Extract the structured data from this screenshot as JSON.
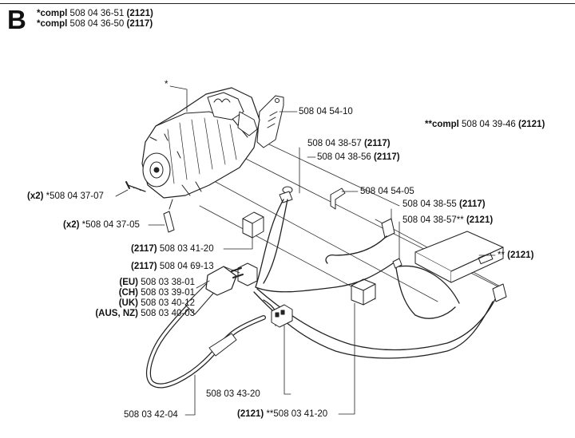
{
  "section_letter": "B",
  "header_lines": [
    {
      "prefix": "*compl",
      "part": "508 04 36-51",
      "model": "(2121)"
    },
    {
      "prefix": "*compl",
      "part": "508 04 36-50",
      "model": "(2117)"
    }
  ],
  "kit_label": {
    "prefix": "**compl",
    "part": "508 04 39-46",
    "model": "(2121)"
  },
  "asterisk_label": "*",
  "labels": {
    "l_545410": {
      "pre": "",
      "part": "508 04 54-10",
      "post": ""
    },
    "l_543857_2117": {
      "pre": "",
      "part": "508 04 38-57",
      "post": "(2117)"
    },
    "l_543856_2117": {
      "pre": "",
      "part": "508 04 38-56",
      "post": "(2117)"
    },
    "l_545405": {
      "pre": "",
      "part": "508 04 54-05",
      "post": ""
    },
    "l_543855_2117": {
      "pre": "",
      "part": "508 04 38-55",
      "post": "(2117)"
    },
    "l_543857_2121": {
      "pre": "",
      "part": "508 04 38-57**",
      "post": "(2121)"
    },
    "l_kit_2121": {
      "pre": "**",
      "part": "",
      "post": "(2121)"
    },
    "l_543707": {
      "pre": "(x2)",
      "part": "*508 04 37-07",
      "post": ""
    },
    "l_543705": {
      "pre": "(x2)",
      "part": "*508 04 37-05",
      "post": ""
    },
    "l_534120_2117": {
      "pre": "(2117)",
      "part": "508 03 41-20",
      "post": ""
    },
    "l_546913_2117": {
      "pre": "(2117)",
      "part": "508 04 69-13",
      "post": ""
    },
    "l_533801_eu": {
      "pre": "(EU)",
      "part": "508 03 38-01",
      "post": ""
    },
    "l_533901_ch": {
      "pre": "(CH)",
      "part": "508 03 39-01",
      "post": ""
    },
    "l_534012_uk": {
      "pre": "(UK)",
      "part": "508 03 40-12",
      "post": ""
    },
    "l_534003_aus": {
      "pre": "(AUS, NZ)",
      "part": "508 03 40-03",
      "post": ""
    },
    "l_534320": {
      "pre": "",
      "part": "508 03 43-20",
      "post": ""
    },
    "l_534204": {
      "pre": "",
      "part": "508 03 42-04",
      "post": ""
    },
    "l_534120_2121": {
      "pre": "(2121)",
      "part": "**508 03 41-20",
      "post": ""
    }
  }
}
